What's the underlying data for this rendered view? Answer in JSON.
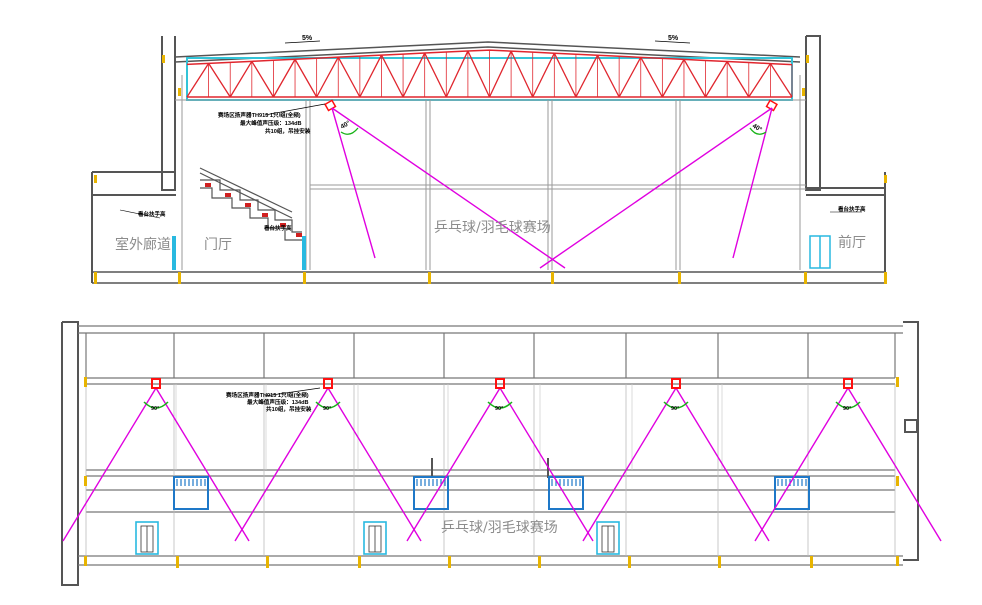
{
  "drawing": {
    "title_region": "",
    "colors": {
      "truss_red": "#e0262e",
      "truss_cyan": "#33c4d8",
      "beam_magenta": "#e000e0",
      "speaker_red": "#ff1010",
      "angle_green": "#17b317",
      "door_cyan": "#29b9e0",
      "column_yellow": "#e8b400",
      "structure_gray": "#9a9a9a",
      "wall_dark": "#555555"
    }
  },
  "section_top": {
    "slope_left": "5%",
    "slope_right": "5%",
    "labels": {
      "corridor": "室外廊道",
      "foyer": "门厅",
      "arena": "乒乓球/羽毛球赛场",
      "lobby": "前厅"
    },
    "angle_left": "40°",
    "angle_right": "40°",
    "speaker_note": [
      "赛场区扬声器TH915 1只/组(全频)",
      "最大峰值声压级：134dB",
      "共10组，吊挂安装"
    ],
    "small_tags": [
      "看台扶手高",
      "看台扶手高",
      "看台扶手高"
    ]
  },
  "section_bottom": {
    "arena": "乒乓球/羽毛球赛场",
    "speaker_note": [
      "赛场区扬声器TH915 1只/组(全频)",
      "最大峰值声压级：134dB",
      "共10组，吊挂安装"
    ],
    "angle_labels": [
      "90°",
      "90°",
      "90°",
      "90°",
      "90°"
    ]
  }
}
